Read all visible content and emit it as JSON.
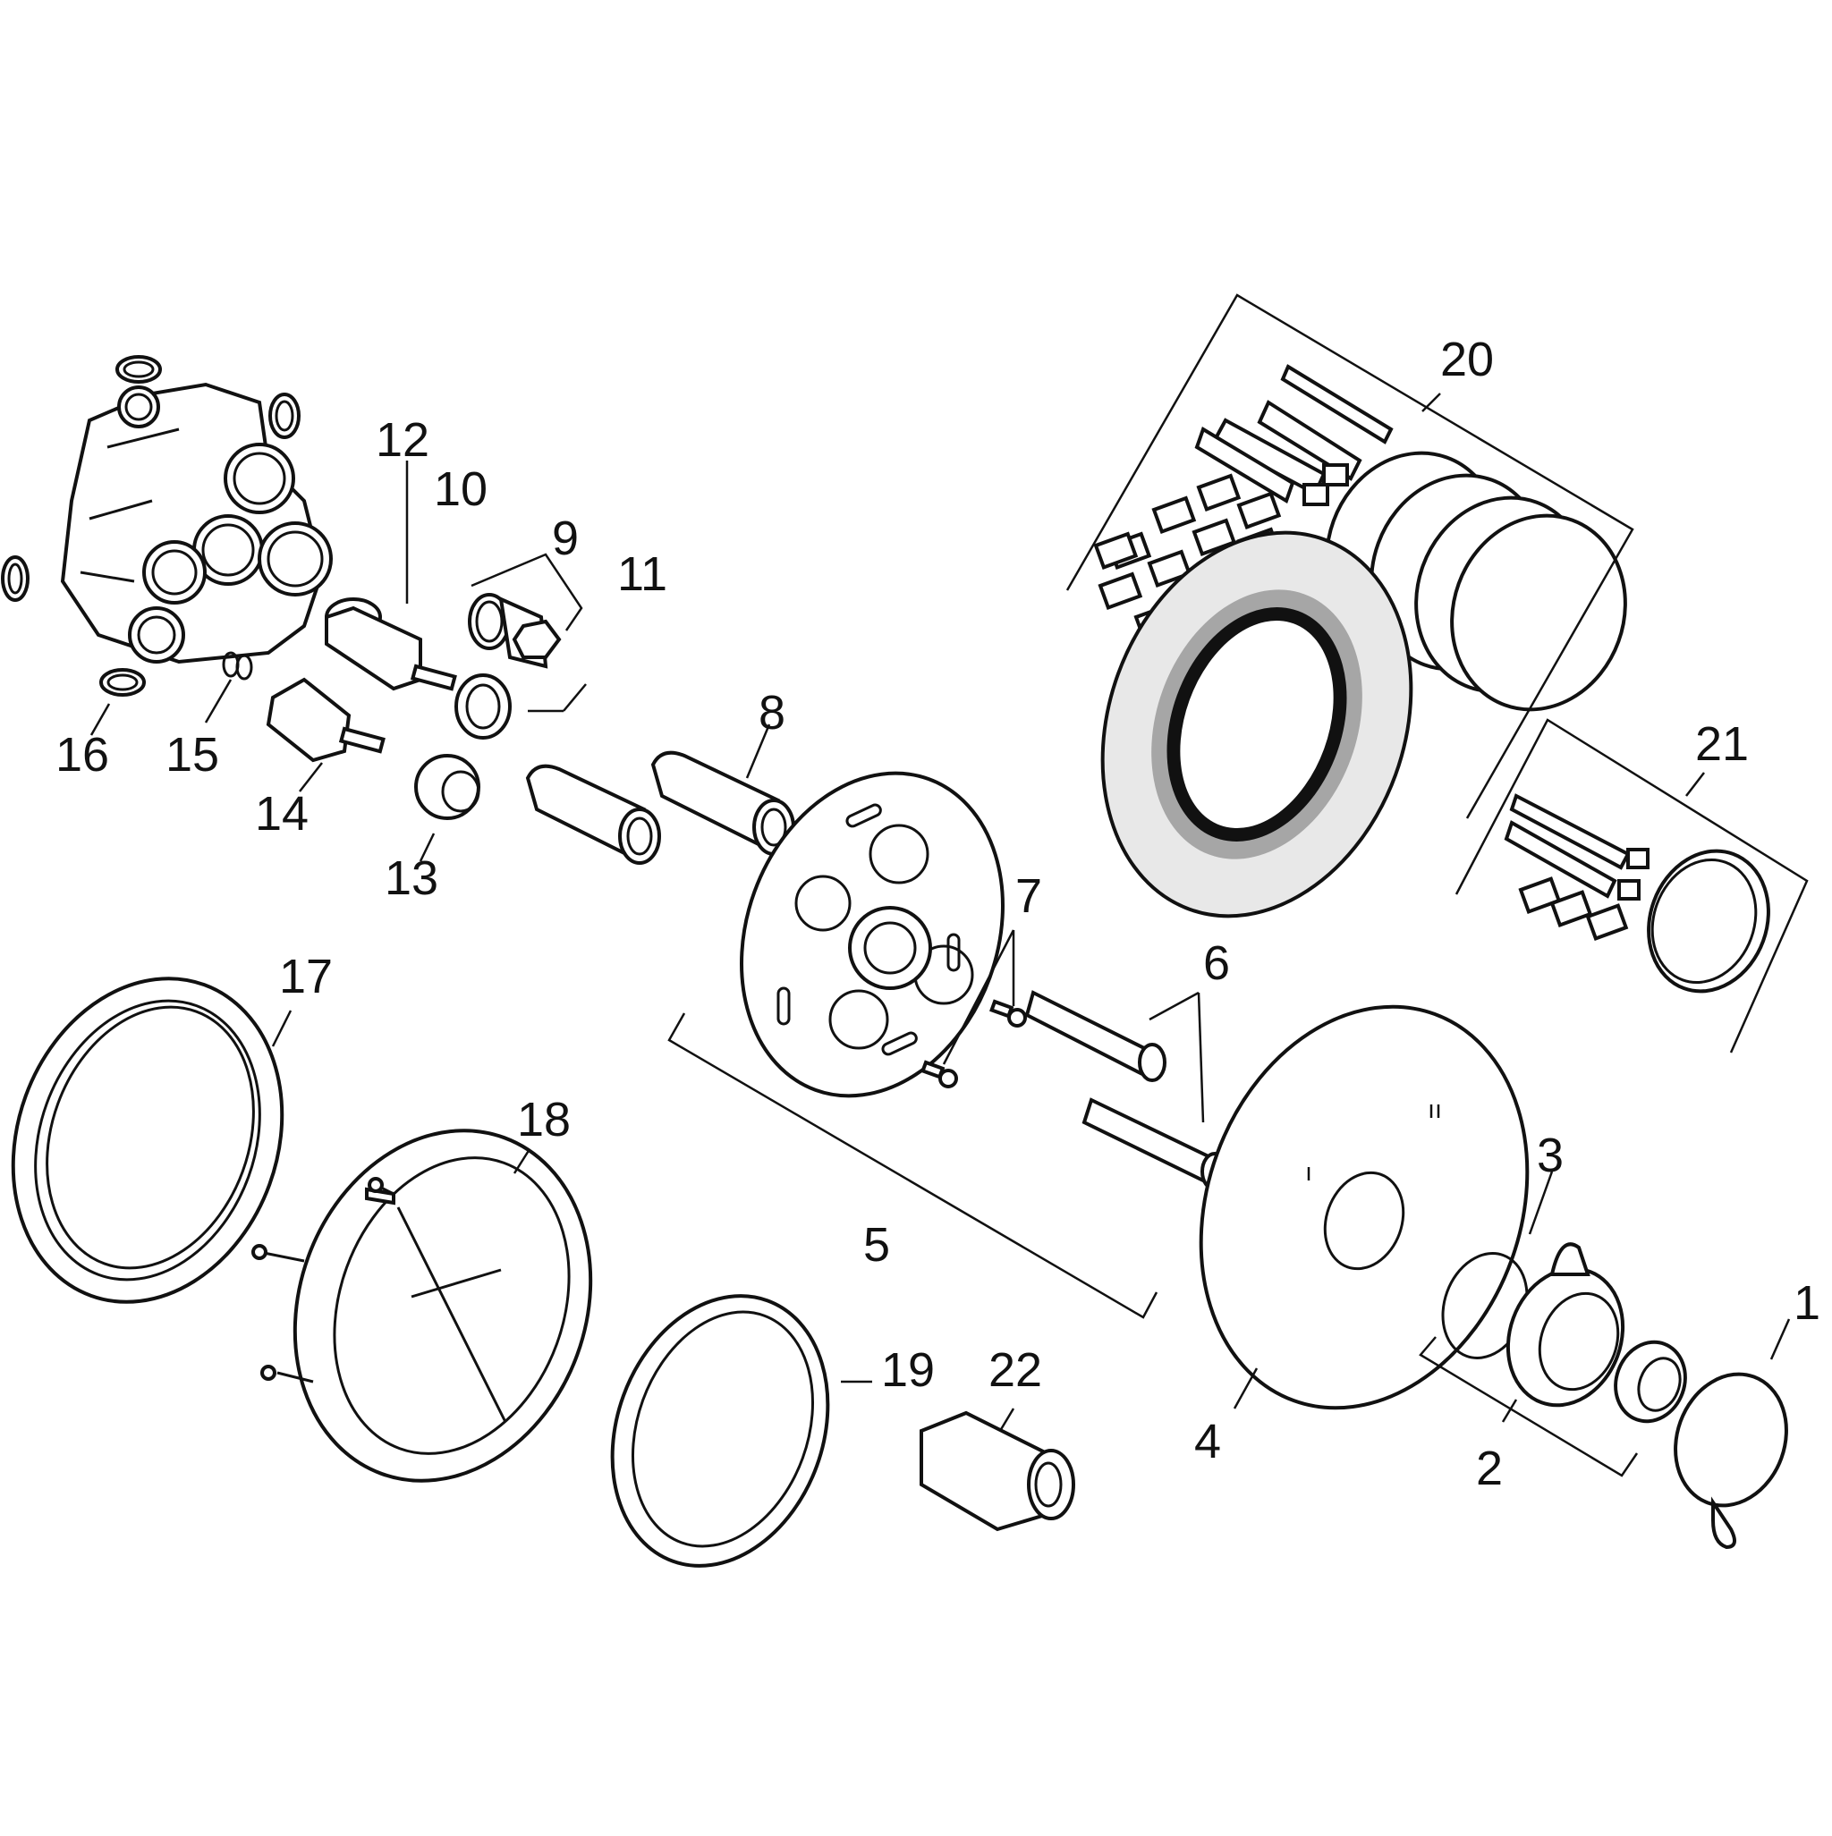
{
  "labels": {
    "l1": "1",
    "l2": "2",
    "l3": "3",
    "l4": "4",
    "l5": "5",
    "l6": "6",
    "l7": "7",
    "l8": "8",
    "l9": "9",
    "l10": "10",
    "l11": "11",
    "l12": "12",
    "l13": "13",
    "l14": "14",
    "l15": "15",
    "l16": "16",
    "l17": "17",
    "l18": "18",
    "l19": "19",
    "l20": "20",
    "l21": "21",
    "l22": "22"
  },
  "colors": {
    "line": "#111111",
    "gray_ring": "#a6a6a6",
    "light_gray": "#e8e8e8"
  }
}
